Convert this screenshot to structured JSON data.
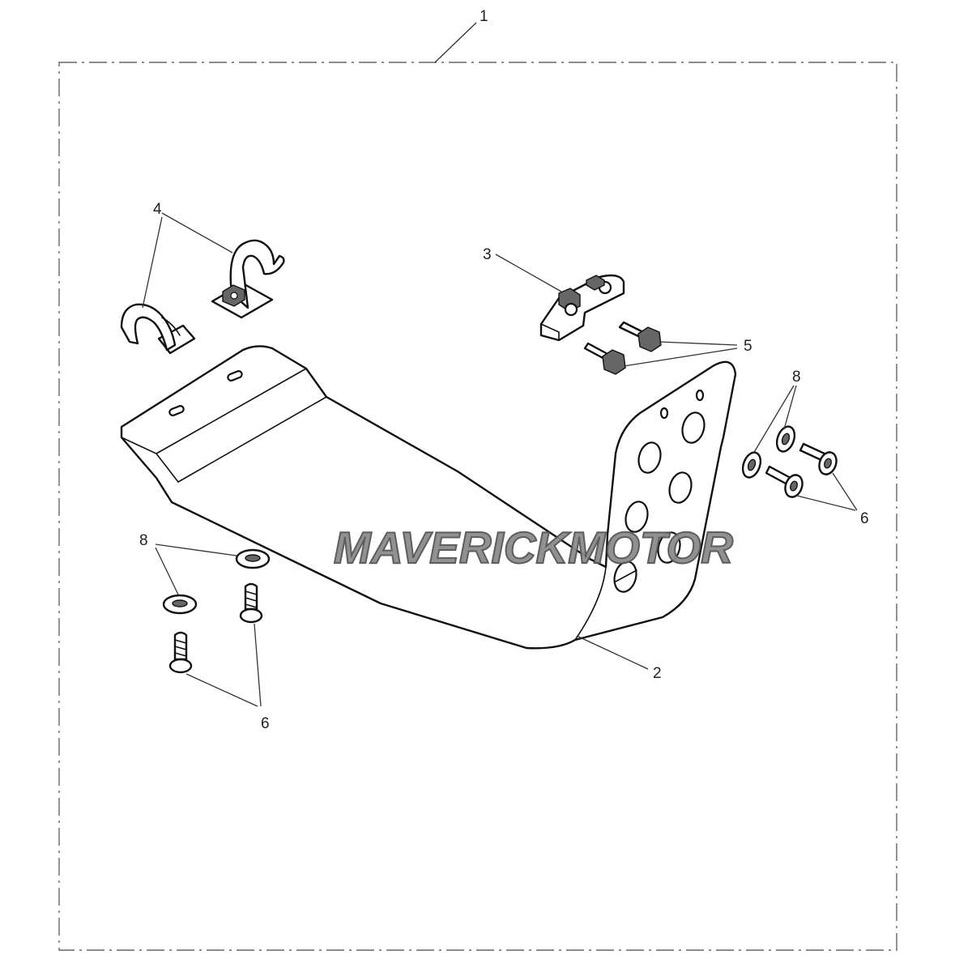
{
  "callouts": {
    "kit": "1",
    "skid_plate": "2",
    "bracket": "3",
    "clamps": "4",
    "flange_bolts": "5",
    "bolts_right": "6",
    "bolts_left": "6",
    "washers_right": "8",
    "washers_left": "8"
  },
  "watermark": "MAVERICKMOTOR",
  "colors": {
    "line": "#111111",
    "background": "#ffffff",
    "watermark": "#8c8c8c"
  }
}
